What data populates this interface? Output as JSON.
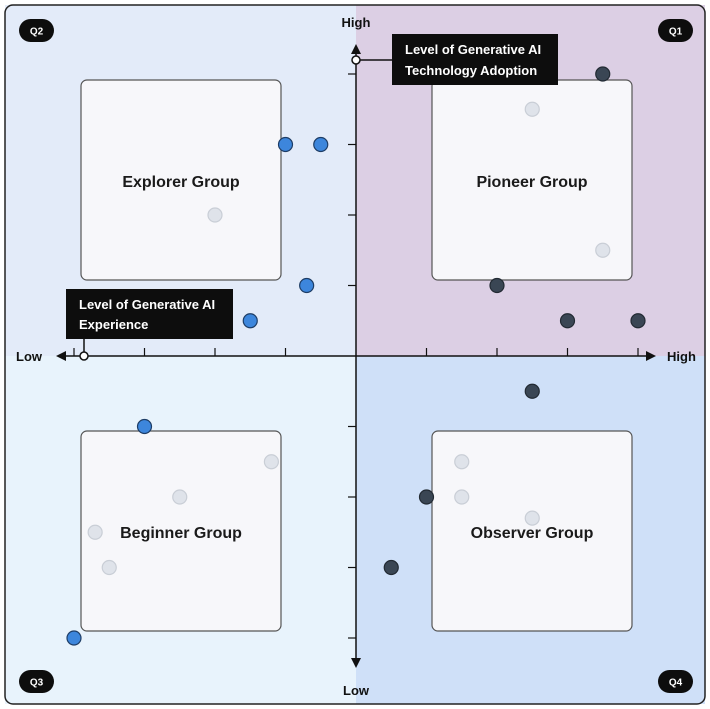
{
  "colors": {
    "q1_bg": "#dccfe4",
    "q2_bg": "#e3ebf9",
    "q3_bg": "#e8f3fc",
    "q4_bg": "#cfe0f8",
    "box_fill": "#f7f7fa",
    "box_stroke": "#555555",
    "dot_blue": "#3d86dc",
    "dot_dark": "#3a4654",
    "dot_light": "#dfe3ea"
  },
  "quadrant_labels": {
    "q1": "Q1",
    "q2": "Q2",
    "q3": "Q3",
    "q4": "Q4"
  },
  "groups": {
    "explorer": "Explorer Group",
    "pioneer": "Pioneer Group",
    "beginner": "Beginner Group",
    "observer": "Observer Group"
  },
  "axes": {
    "x_low": "Low",
    "x_high": "High",
    "y_low": "Low",
    "y_high": "High",
    "x_title_line1": "Level of Generative AI",
    "x_title_line2": "Experience",
    "y_title_line1": "Level of Generative AI",
    "y_title_line2": "Technology Adoption"
  },
  "chart_data": {
    "type": "scatter",
    "xlabel": "Level of Generative AI Experience",
    "ylabel": "Level of Generative AI Technology Adoption",
    "xlim": [
      -5,
      5
    ],
    "ylim": [
      -5,
      5
    ],
    "grid": false,
    "points": [
      {
        "x": -1.0,
        "y": 3.0,
        "style": "blue"
      },
      {
        "x": -0.5,
        "y": 3.0,
        "style": "blue"
      },
      {
        "x": -2.0,
        "y": 2.0,
        "style": "light"
      },
      {
        "x": -0.7,
        "y": 1.0,
        "style": "blue"
      },
      {
        "x": -1.5,
        "y": 0.5,
        "style": "blue"
      },
      {
        "x": 3.5,
        "y": 4.0,
        "style": "dark"
      },
      {
        "x": 2.5,
        "y": 3.5,
        "style": "light"
      },
      {
        "x": 3.5,
        "y": 1.5,
        "style": "light"
      },
      {
        "x": 2.0,
        "y": 1.0,
        "style": "dark"
      },
      {
        "x": 3.0,
        "y": 0.5,
        "style": "dark"
      },
      {
        "x": 4.0,
        "y": 0.5,
        "style": "dark"
      },
      {
        "x": -3.0,
        "y": -1.0,
        "style": "blue"
      },
      {
        "x": -1.2,
        "y": -1.5,
        "style": "light"
      },
      {
        "x": -2.5,
        "y": -2.0,
        "style": "light"
      },
      {
        "x": -3.7,
        "y": -2.5,
        "style": "light"
      },
      {
        "x": -3.5,
        "y": -3.0,
        "style": "light"
      },
      {
        "x": -4.0,
        "y": -4.0,
        "style": "blue"
      },
      {
        "x": 2.5,
        "y": -0.5,
        "style": "dark"
      },
      {
        "x": 1.5,
        "y": -1.5,
        "style": "light"
      },
      {
        "x": 1.5,
        "y": -2.0,
        "style": "light"
      },
      {
        "x": 1.0,
        "y": -2.0,
        "style": "dark"
      },
      {
        "x": 2.5,
        "y": -2.3,
        "style": "light"
      },
      {
        "x": 0.5,
        "y": -3.0,
        "style": "dark"
      }
    ]
  }
}
